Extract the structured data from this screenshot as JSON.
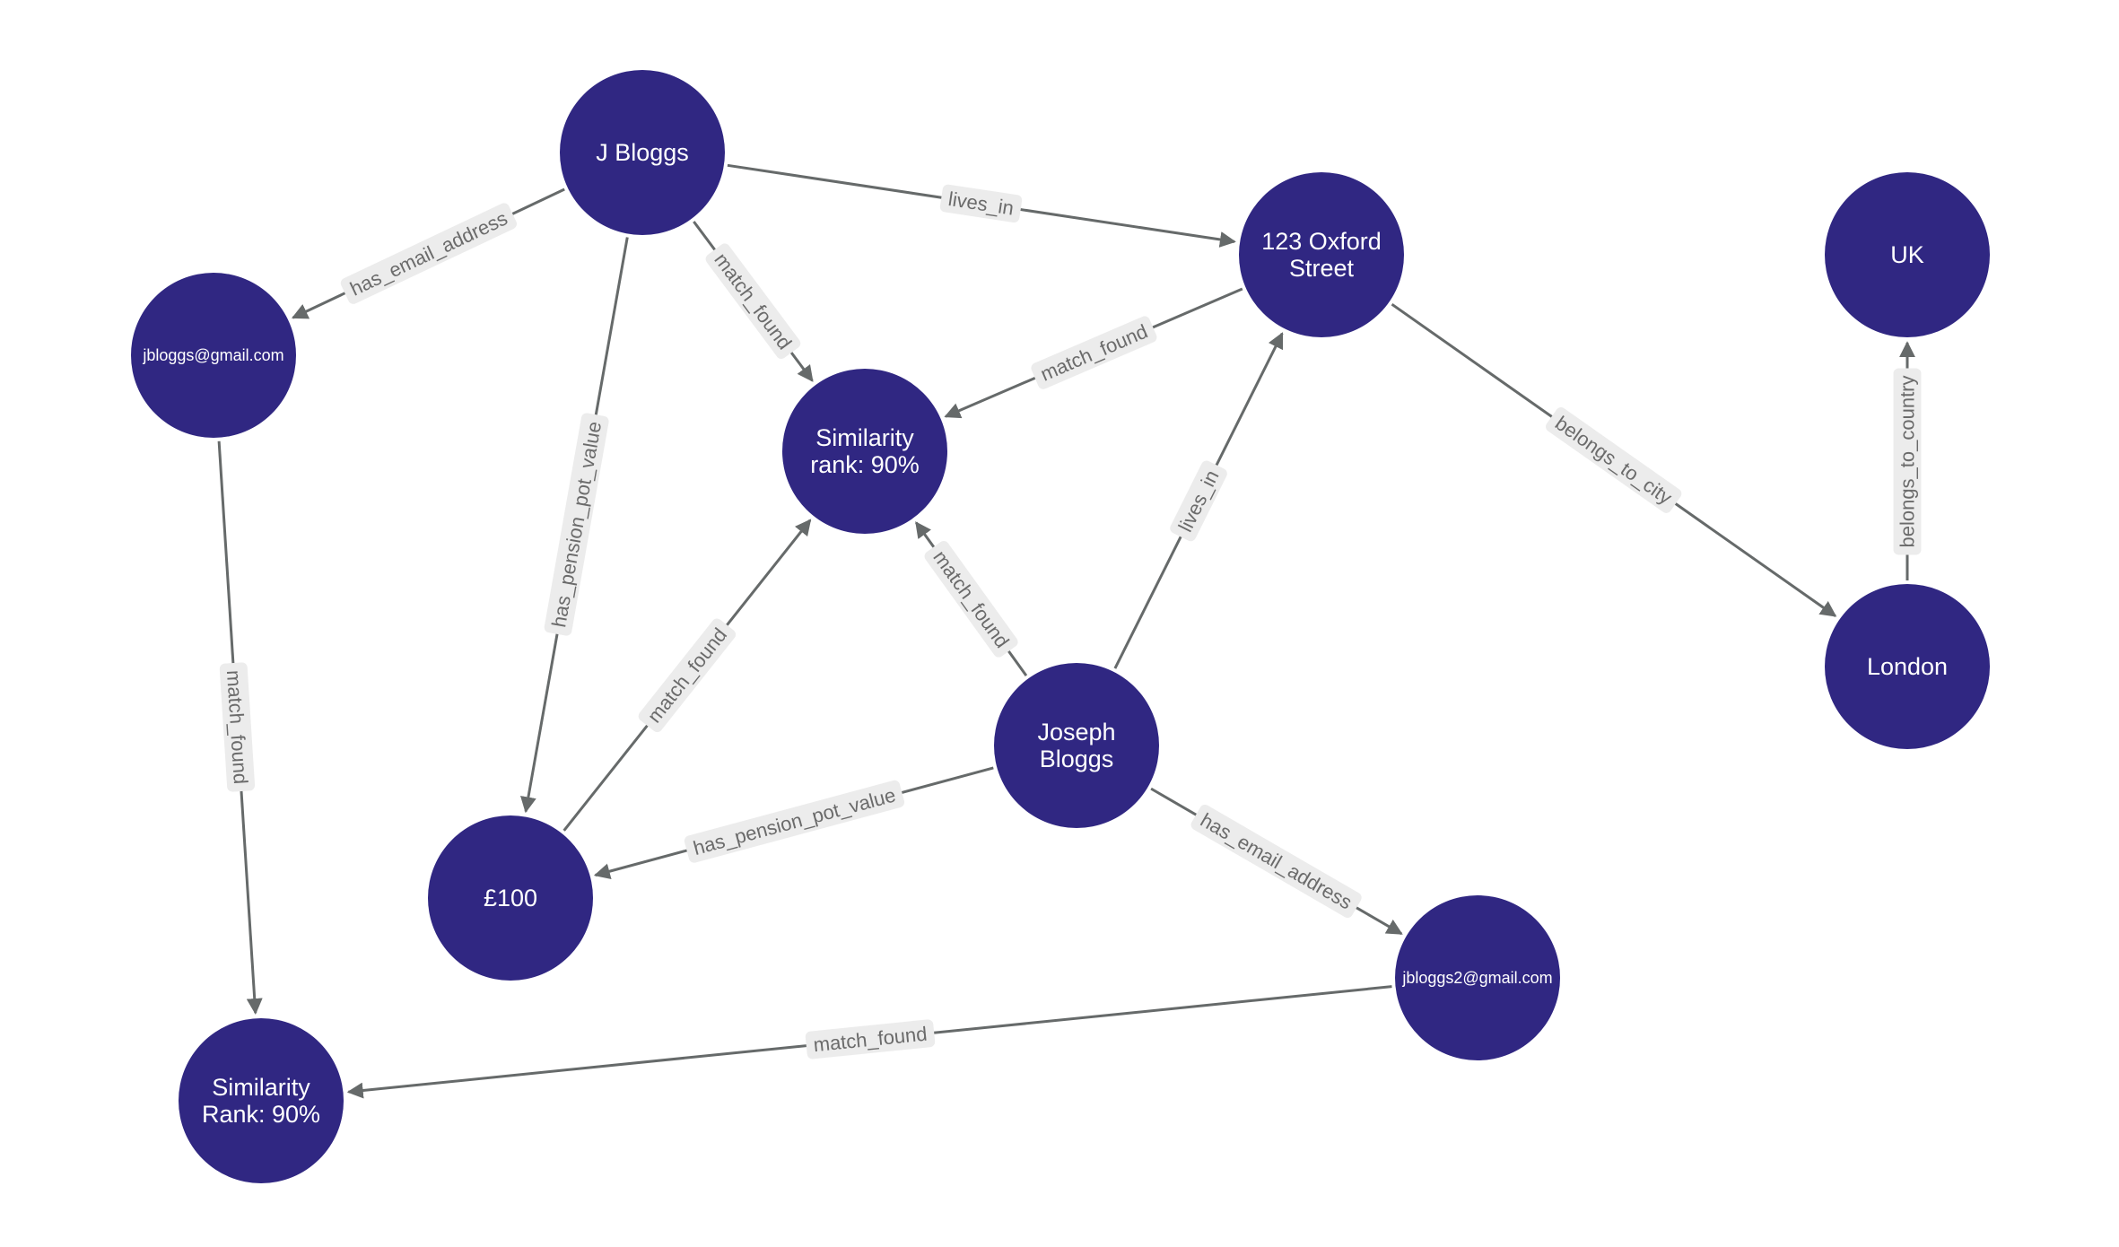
{
  "colors": {
    "node_fill": "#302782",
    "node_text": "#ffffff",
    "edge": "#666a6a",
    "edge_label_bg": "#ececec",
    "edge_label_text": "#6b6b6b"
  },
  "nodes": [
    {
      "id": "jbloggs",
      "lines": [
        "J Bloggs"
      ]
    },
    {
      "id": "email1",
      "lines": [
        "jbloggs@gmail.com"
      ]
    },
    {
      "id": "oxford",
      "lines": [
        "123 Oxford",
        "Street"
      ]
    },
    {
      "id": "uk",
      "lines": [
        "UK"
      ]
    },
    {
      "id": "sim1",
      "lines": [
        "Similarity",
        "rank: 90%"
      ]
    },
    {
      "id": "joseph",
      "lines": [
        "Joseph",
        "Bloggs"
      ]
    },
    {
      "id": "london",
      "lines": [
        "London"
      ]
    },
    {
      "id": "pot",
      "lines": [
        "£100"
      ]
    },
    {
      "id": "email2",
      "lines": [
        "jbloggs2@gmail.com"
      ]
    },
    {
      "id": "sim2",
      "lines": [
        "Similarity",
        "Rank: 90%"
      ]
    }
  ],
  "edges": [
    {
      "from": "jbloggs",
      "to": "email1",
      "label": "has_email_address"
    },
    {
      "from": "jbloggs",
      "to": "oxford",
      "label": "lives_in"
    },
    {
      "from": "jbloggs",
      "to": "sim1",
      "label": "match_found"
    },
    {
      "from": "jbloggs",
      "to": "pot",
      "label": "has_pension_pot_value"
    },
    {
      "from": "oxford",
      "to": "sim1",
      "label": "match_found"
    },
    {
      "from": "oxford",
      "to": "london",
      "label": "belongs_to_city"
    },
    {
      "from": "london",
      "to": "uk",
      "label": "belongs_to_country"
    },
    {
      "from": "email1",
      "to": "sim2",
      "label": "match_found"
    },
    {
      "from": "pot",
      "to": "sim1",
      "label": "match_found"
    },
    {
      "from": "joseph",
      "to": "sim1",
      "label": "match_found"
    },
    {
      "from": "joseph",
      "to": "oxford",
      "label": "lives_in"
    },
    {
      "from": "joseph",
      "to": "pot",
      "label": "has_pension_pot_value"
    },
    {
      "from": "joseph",
      "to": "email2",
      "label": "has_email_address"
    },
    {
      "from": "email2",
      "to": "sim2",
      "label": "match_found"
    }
  ]
}
